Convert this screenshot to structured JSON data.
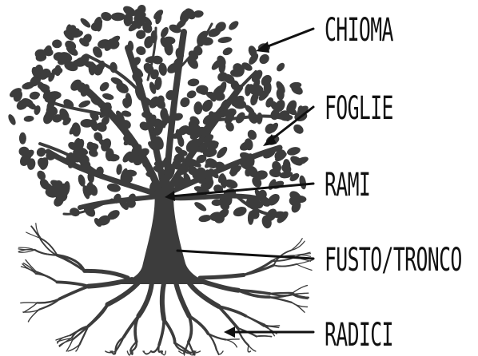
{
  "labels": {
    "crown": "CHIOMA",
    "leaves": "FOGLIE",
    "branches": "RAMI",
    "trunk": "FUSTO/TRONCO",
    "roots": "RADICI"
  },
  "colors": {
    "tree": "#3c3c3c",
    "ink": "#111111",
    "background": "#ffffff"
  }
}
